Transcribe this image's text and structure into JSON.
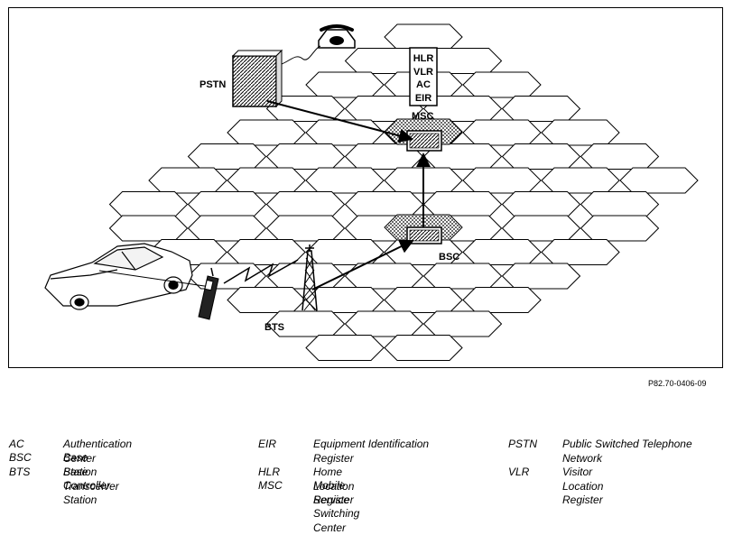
{
  "diagram": {
    "labels": {
      "pstn": "PSTN",
      "msc": "MSC",
      "bsc": "BSC",
      "bts": "BTS",
      "msc_box": [
        "HLR",
        "VLR",
        "AC",
        "EIR"
      ]
    }
  },
  "figure_ref": "P82.70-0406-09",
  "legend": [
    {
      "abbr": "AC",
      "def": "Authentication Center"
    },
    {
      "abbr": "BSC",
      "def": "Base Station Controller"
    },
    {
      "abbr": "BTS",
      "def": "Base Transceiver Station"
    },
    {
      "abbr": "EIR",
      "def": "Equipment Identification Register"
    },
    {
      "abbr": "HLR",
      "def": "Home Location Register"
    },
    {
      "abbr": "MSC",
      "def": "Mobile Service Switching Center"
    },
    {
      "abbr": "PSTN",
      "def": "Public Switched Telephone Network"
    },
    {
      "abbr": "VLR",
      "def": "Visitor Location Register"
    }
  ]
}
